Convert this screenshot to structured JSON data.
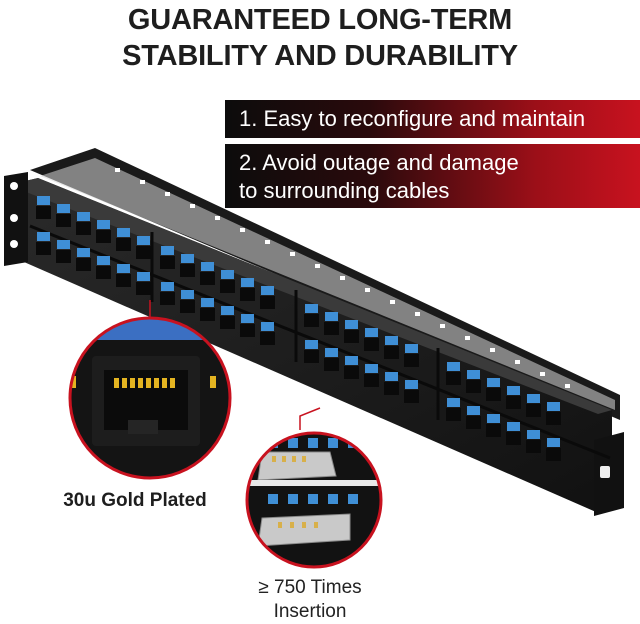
{
  "headline": {
    "line1": "GUARANTEED LONG-TERM",
    "line2": "STABILITY AND DURABILITY"
  },
  "features": [
    {
      "line1": "1.  Easy to reconfigure and maintain",
      "line2": ""
    },
    {
      "line1": "2.  Avoid outage and damage",
      "line2": "to surrounding cables"
    }
  ],
  "callouts": {
    "gold": "30u Gold Plated",
    "insertion_line1": "≥ 750 Times",
    "insertion_line2": "Insertion"
  },
  "colors": {
    "accent_red": "#c8121f",
    "port_blue": "#3f8fd6",
    "panel_black": "#151515"
  }
}
